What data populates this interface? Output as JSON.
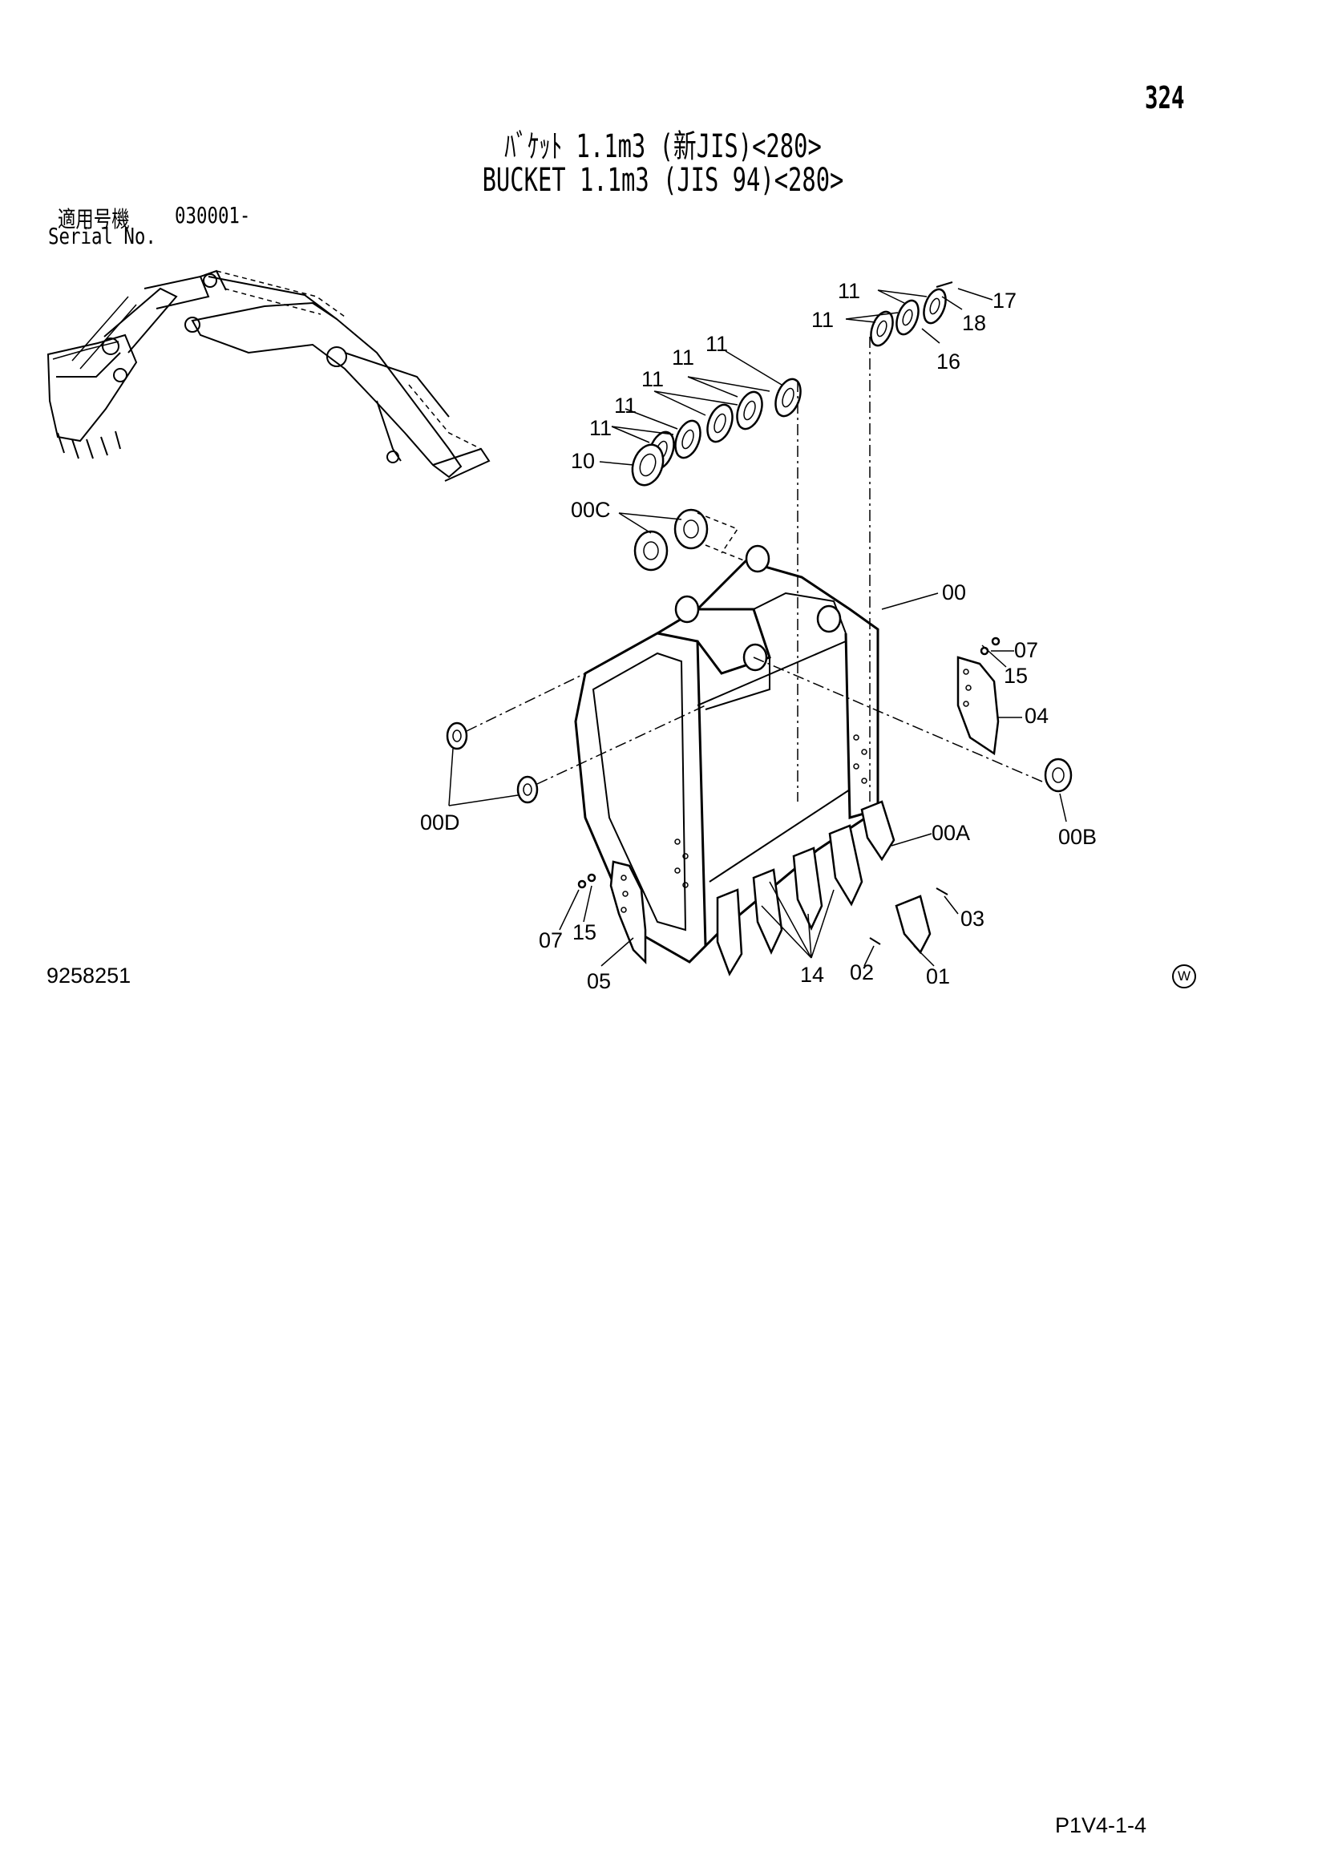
{
  "page_number": "324",
  "title_jp": "ﾊﾞｹｯﾄ 1.1m3 (新JIS)<280>",
  "title_en": "BUCKET 1.1m3 (JIS 94)<280>",
  "serial": {
    "label_jp": "適用号機",
    "label_en": "Serial No.",
    "value": "030001-"
  },
  "drawing_number": "9258251",
  "page_code": "P1V4-1-4",
  "watermark_symbol": "W",
  "callouts": {
    "c11a": "11",
    "c11b": "11",
    "c11c": "11",
    "c11d": "11",
    "c11e": "11",
    "c11f": "11",
    "c17": "17",
    "c18": "18",
    "c16": "16",
    "c10": "10",
    "c00C": "00C",
    "c00": "00",
    "c07r": "07",
    "c15r": "15",
    "c04": "04",
    "c00D": "00D",
    "c00A": "00A",
    "c00B": "00B",
    "c03": "03",
    "c07l": "07",
    "c15l": "15",
    "c05": "05",
    "c14": "14",
    "c02": "02",
    "c01": "01"
  },
  "colors": {
    "ink": "#000000",
    "paper": "#ffffff"
  }
}
